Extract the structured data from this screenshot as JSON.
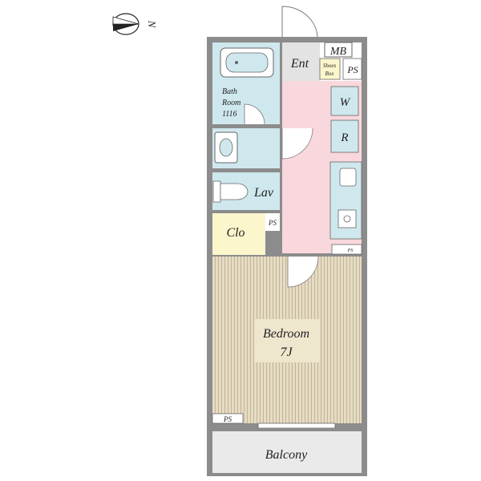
{
  "compass": {
    "letter": "N"
  },
  "rooms": {
    "entrance": "Ent",
    "meter_box": "MB",
    "shoes_box": [
      "Shoes",
      "Box"
    ],
    "pipe_space": "PS",
    "bath": [
      "Bath",
      "Room",
      "1116"
    ],
    "washer": "W",
    "fridge": "R",
    "lavatory": "Lav",
    "closet": "Clo",
    "bedroom": [
      "Bedroom",
      "7J"
    ],
    "balcony": "Balcony"
  },
  "colors": {
    "wall": "#8c8c8c",
    "bath_blue": "#cfe8ee",
    "kitchen_pink": "#f8d8dc",
    "closet_yellow": "#fbf6cc",
    "floor_wood": "#e2d8c0",
    "balcony_gray": "#eaeaea",
    "entrance_gray": "#e3e3e3"
  }
}
